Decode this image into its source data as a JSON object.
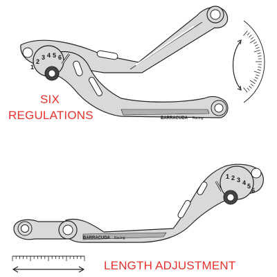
{
  "labels": {
    "six_regulations_line1": "SIX",
    "six_regulations_line2": "REGULATIONS",
    "length_adjustment": "LENGTH ADJUSTMENT"
  },
  "brand": {
    "name": "BARRACUDA",
    "suffix": "Racing"
  },
  "dial_numbers": [
    "1",
    "2",
    "3",
    "4",
    "5",
    "6"
  ],
  "colors": {
    "label_red": "#e8302a",
    "lever_fill": "#d9d9d9",
    "outline": "#222222"
  },
  "icons": [
    "curved-arrow-icon",
    "angle-scale-icon",
    "length-scale-icon",
    "double-arrow-icon"
  ]
}
